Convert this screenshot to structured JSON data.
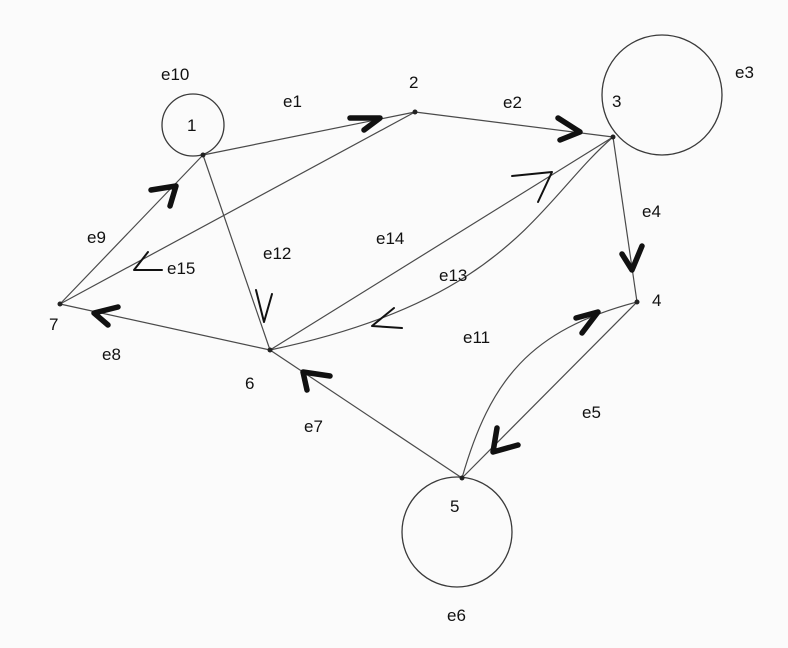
{
  "vertices": [
    {
      "id": "1",
      "label": "1"
    },
    {
      "id": "2",
      "label": "2"
    },
    {
      "id": "3",
      "label": "3"
    },
    {
      "id": "4",
      "label": "4"
    },
    {
      "id": "5",
      "label": "5"
    },
    {
      "id": "6",
      "label": "6"
    },
    {
      "id": "7",
      "label": "7"
    }
  ],
  "edges": [
    {
      "id": "e1",
      "label": "e1",
      "from": "1",
      "to": "2"
    },
    {
      "id": "e2",
      "label": "e2",
      "from": "2",
      "to": "3"
    },
    {
      "id": "e3",
      "label": "e3",
      "from": "3",
      "to": "3"
    },
    {
      "id": "e4",
      "label": "e4",
      "from": "3",
      "to": "4"
    },
    {
      "id": "e5",
      "label": "e5",
      "from": "4",
      "to": "5"
    },
    {
      "id": "e6",
      "label": "e6",
      "from": "5",
      "to": "5"
    },
    {
      "id": "e7",
      "label": "e7",
      "from": "5",
      "to": "6"
    },
    {
      "id": "e8",
      "label": "e8",
      "from": "6",
      "to": "7"
    },
    {
      "id": "e9",
      "label": "e9",
      "from": "7",
      "to": "1"
    },
    {
      "id": "e10",
      "label": "e10",
      "from": "1",
      "to": "1"
    },
    {
      "id": "e11",
      "label": "e11",
      "from": "5",
      "to": "4"
    },
    {
      "id": "e12",
      "label": "e12",
      "from": "1",
      "to": "6"
    },
    {
      "id": "e13",
      "label": "e13",
      "from": "3",
      "to": "6"
    },
    {
      "id": "e14",
      "label": "e14",
      "from": "6",
      "to": "3"
    },
    {
      "id": "e15",
      "label": "e15",
      "from": "2",
      "to": "7"
    }
  ]
}
